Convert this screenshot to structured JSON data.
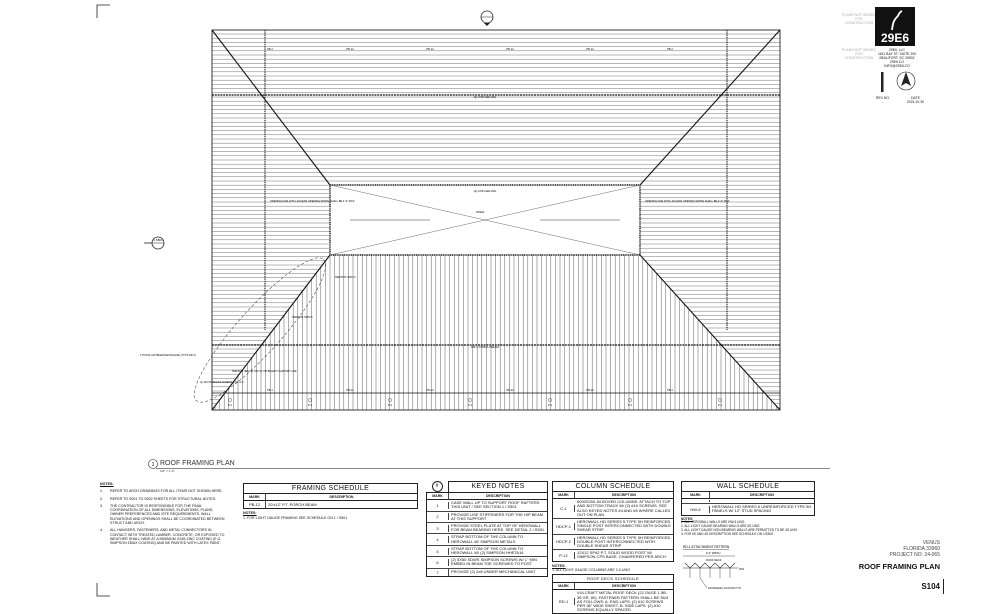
{
  "sheet": {
    "plan_title": "ROOF FRAMING PLAN",
    "plan_scale": "1/8\" = 1'-0\"",
    "plan_number": "1",
    "sheet_title": "ROOF FRAMING PLAN",
    "sheet_number": "S104",
    "project_city": "VENUS",
    "project_state": "FLORIDA 33960",
    "project_no": "PROJECT NO: 24-065"
  },
  "title_block": {
    "logo_text": "29E6",
    "stamp_1": "PLANS NOT ISSUED FOR CONSTRUCTION",
    "stamp_2": "PLANS NOT ISSUED FOR CONSTRUCTION",
    "firm_name": "29E6, LLC",
    "firm_address_1": "1611 BAY ST, SUITE 200",
    "firm_address_2": "BEAUFORT, SC 29902",
    "firm_id": "29E6.CO",
    "firm_email": "INFO@29E6.CO",
    "rev_label": "REV NO.",
    "rev_value": "-",
    "date_label": "DATE",
    "date_value": "2024.10.30"
  },
  "plan_labels": {
    "open": "OPEN",
    "ridge_top": "(2) 2X8 CEILING",
    "porch_beam": "PB-1 PORCH BEAM",
    "attic_left": "OPENING FOR ATTIC ACCESS OPENING WIDTH SHALL BE 4'-0\" MAX",
    "attic_right": "OPENING FOR ATTIC ACCESS OPENING WIDTH SHALL BE 4'-0\" MAX",
    "hip_note": "TYPICAL HIP BEAM DETAIL/LINE (TYP FOR 4)",
    "simpson_1": "SIMPSON H1/H2.5",
    "simpson_2": "SIMPSON H1/H2.5",
    "simpson_3": "SIMPSON HETA 12 TOP OF HIP BEAM TO SUPPORT LINE",
    "screws_note": "(2) 10d STAINLESS SCREWS AT 6\" O.C.",
    "pb": [
      "PB-1",
      "PB-12",
      "PB-12",
      "PB-12",
      "PB-12",
      "PB-1"
    ],
    "posts": [
      "P-1",
      "P-1",
      "P-1",
      "P-1",
      "P-1",
      "P-1",
      "P-1"
    ],
    "section_marker": "1 S501"
  },
  "notes": {
    "title": "NOTES:",
    "items": [
      {
        "n": "1.",
        "text": "REFER TO ARCH DRAWINGS FOR ALL ITEMS NOT SHOWN HERE."
      },
      {
        "n": "2.",
        "text": "REFER TO S001 TO S002 SHEETS FOR STRUCTURAL NOTES."
      },
      {
        "n": "3.",
        "text": "THE CONTRACTOR IS RESPONSIBLE FOR THE FINAL COORDINATION OF ALL DIMENSIONS, ELEVATIONS, PLANS, OWNER PREFERENCES AND SITE REQUIREMENTS. WALL ELEVATIONS AND OPENINGS SHALL BE COORDINATED BETWEEN STRUCT AND ARCH."
      },
      {
        "n": "4.",
        "text": "ALL HANGERS, FASTENERS, AND METAL CONNECTORS IN CONTACT WITH TREATED LUMBER, CONCRETE, OR EXPOSED TO WEATHER SHALL HAVE AT A MINIMUM G185 ZINC COATING (E.G. SIMPSON ZMAX COATING) AND BE PAINTED WITH LATEX PAINT."
      }
    ]
  },
  "framing_schedule": {
    "title": "FRAMING SCHEDULE",
    "col_mark": "MARK",
    "col_desc": "DESCRIPTION",
    "rows": [
      {
        "mark": "PB-12",
        "desc": "20'x12\" P.T. PORCH BEAM"
      }
    ],
    "notes_title": "NOTES:",
    "notes": [
      "1.   FOR LIGHT GAUGE FRAMING SEE SCHEDULE ON 1 / S501"
    ]
  },
  "keyed_notes": {
    "title": "KEYED NOTES",
    "col_mark": "MARK",
    "col_desc": "DESCRIPTION",
    "rows": [
      {
        "mark": "1",
        "desc": "CASE WALL UP TO SUPPORT ROOF RAFTERS THIS UNIT / SEE SECTION 1 / S501"
      },
      {
        "mark": "2",
        "desc": "PROVIDE USE STIFFENERS FOR THE HIP BEAM AT THIS SUPPORT"
      },
      {
        "mark": "3",
        "desc": "PROVIDE STEEL PLATE AT TOP OF HEROWALL FOR BEAM BEARING HERE. SEE DETAIL 2 / S501"
      },
      {
        "mark": "4",
        "desc": "STRAP BOTTOM OF THE COLUMN TO HEROWALL W/ SIMPSON METALS"
      },
      {
        "mark": "5",
        "desc": "STRAP BOTTOM OF THE COLUMN TO HEROWALL W/ (2) SIMPSON HHETA16"
      },
      {
        "mark": "6",
        "desc": "(2) 5X50 SDWS SIMPSON SCREWS W/ 1\" MIN EMBED IN BEAM TOE SCREWED TO POST"
      },
      {
        "mark": "7",
        "desc": "PROVIDE (2) 2x8 UNDER MECHANICAL UNIT"
      }
    ]
  },
  "column_schedule": {
    "title": "COLUMN SCHEDULE",
    "col_mark": "MARK",
    "col_desc": "DESCRIPTION",
    "rows": [
      {
        "mark": "C-1",
        "desc": "6000S200-54 BOXED COLUMNS. ATTACH TO TOP AND BOTTOM TRACK W/ (2) #10 SCREWS. SEE ALSO KEYED NOTES #4 AND #5 WHERE CALLED OUT ON PLAN"
      },
      {
        "mark": "HDCP-1",
        "desc": "HEROWALL HD SERIES 5 TYPE 5H REINFORCED SINGLE POST INTERCONNECTED WITH DOUBLE SHEAR STRIP"
      },
      {
        "mark": "HDCP-2",
        "desc": "HEROWALL HD SERIES 5 TYPE 5H REINFORCED DOUBLE POST INTERCONNECTED WITH DOUBLE SHEAR STRIP"
      },
      {
        "mark": "P-12",
        "desc": "12X12 SP#2 P.T. SOLID WOOD POST W/ SIMPSON CPS BASE. CHAMFERED PER ARCH."
      }
    ],
    "notes_title": "NOTES:",
    "notes": [
      "1.   ALL LIGHT GAUGE COLUMNS ARE 2-0 UNO"
    ]
  },
  "roof_deck_schedule": {
    "title": "ROOF DECK SCHEDULE",
    "col_mark": "MARK",
    "col_desc": "DESCRIPTION",
    "rows": [
      {
        "mark": "RD-1",
        "desc": "VULCRAFT METAL ROOF DECK (22 GAGE 1.5B-36 GR. 80). FASTENER PATTERN SHALL BE 36/4 AS FOLLOWS: A. END LAPS: (2) #10 SCREWS PER 36\" WIDE SHEET. B. SIDE LAPS: (2) #10 SCREWS EQUALLY SPACED"
      }
    ]
  },
  "wall_schedule": {
    "title": "WALL SCHEDULE",
    "col_mark": "MARK",
    "col_desc": "DESCRIPTION",
    "rows": [
      {
        "mark": "HW-6",
        "desc": "HEROWALL HD SERIES 6 UNREINFORCED TYPE 5H PANELS W/ 12\" STUD SPACING"
      }
    ],
    "notes_title": "NOTES:",
    "notes": [
      "1.   ALL HEROWALL WALLS ARE HW-6 UNO.",
      "2.   ALL LIGHT GAUGE BEARING WALLS ARE 6S UNO.",
      "3.   ALL LIGHT GAUGE NON-BEARING WALLS ARE PERMITTED TO BE 4S UNO.",
      "4.   FOR 6S AND 4S DESCRIPTION SEE SCHEDULE ON 1/S502"
    ]
  },
  "attachment": {
    "title": "RD-1 ATTACHMENT PATTERN",
    "dim_top": "3'-0\" WIDTH",
    "deck_label": "ROOF DECK",
    "side": "36/4",
    "fastener_label": "FASTENER LOCATION TYP"
  }
}
